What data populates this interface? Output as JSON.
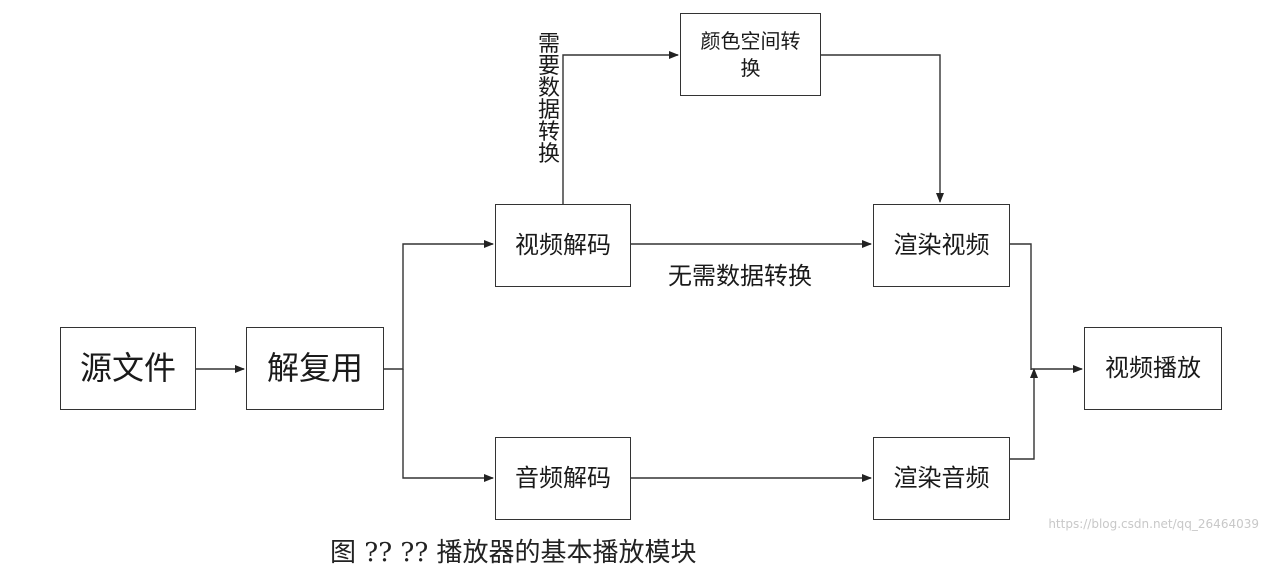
{
  "nodes": {
    "source_file": "源文件",
    "demux": "解复用",
    "video_decode": "视频解码",
    "audio_decode": "音频解码",
    "color_space": "颜色空间转换",
    "render_video": "渲染视频",
    "render_audio": "渲染音频",
    "video_play": "视频播放"
  },
  "edges": {
    "need_conversion": "需要数据转换",
    "no_conversion": "无需数据转换"
  },
  "caption": "图 ?? ?? 播放器的基本播放模块",
  "watermark": "https://blog.csdn.net/qq_26464039"
}
